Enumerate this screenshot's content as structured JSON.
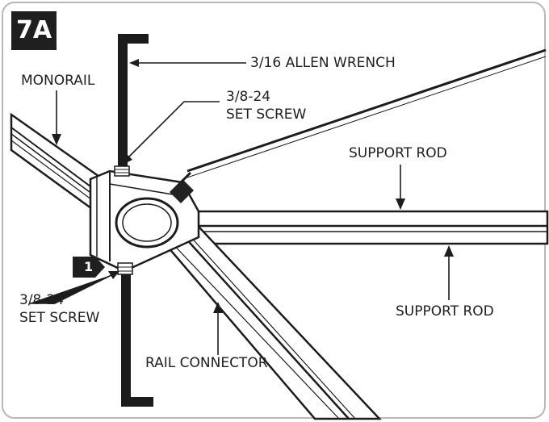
{
  "figure": {
    "step_label": "7A",
    "callout_number": "1"
  },
  "labels": {
    "allen_wrench": "3/16 ALLEN WRENCH",
    "monorail": "MONORAIL",
    "set_screw_top_line1": "3/8-24",
    "set_screw_top_line2": "SET SCREW",
    "support_rod_upper": "SUPPORT ROD",
    "support_rod_lower": "SUPPORT ROD",
    "set_screw_bottom_line1": "3/8-24",
    "set_screw_bottom_line2": "SET SCREW",
    "rail_connector": "RAIL CONNECTOR"
  }
}
